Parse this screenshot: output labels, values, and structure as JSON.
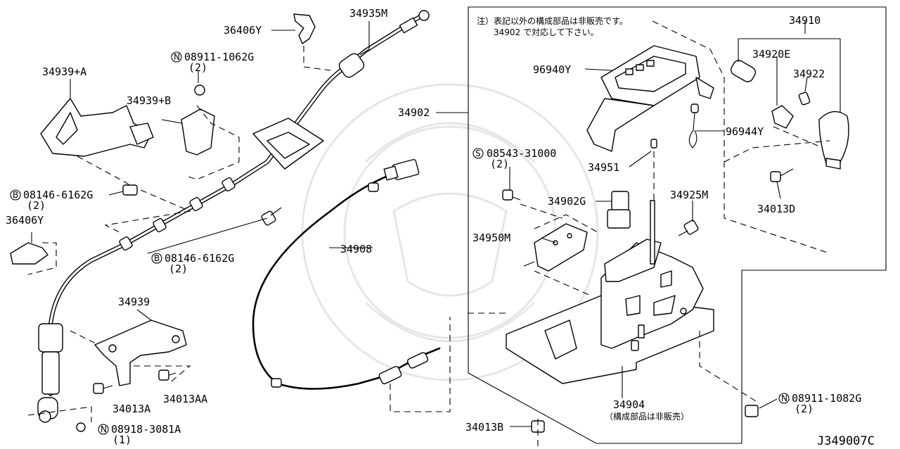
{
  "diagram_id": "J349007C",
  "note_line1": "注）表記以外の構成部品は非販売です。",
  "note_line2": "34902 で対応して下さい。",
  "parts": {
    "p34935M": "34935M",
    "p36406Y_top": "36406Y",
    "p08911_1062G": "08911-1062G",
    "p08911_1062G_qty": "(2)",
    "p34939A": "34939+A",
    "p34939B": "34939+B",
    "p08146_6162G_a": "08146-6162G",
    "p08146_6162G_a_qty": "(2)",
    "p36406Y_left": "36406Y",
    "p08146_6162G_b": "08146-6162G",
    "p08146_6162G_b_qty": "(2)",
    "p34939": "34939",
    "p34013A": "34013A",
    "p34013AA": "34013AA",
    "p08918_3081A": "08918-3081A",
    "p08918_3081A_qty": "(1)",
    "p34902": "34902",
    "p34908": "34908",
    "p08543_31000": "08543-31000",
    "p08543_31000_qty": "(2)",
    "p34902G": "34902G",
    "p34950M": "34950M",
    "p96940Y": "96940Y",
    "p34951": "34951",
    "p96944Y": "96944Y",
    "p34910": "34910",
    "p34920E": "34920E",
    "p34922": "34922",
    "p34925M": "34925M",
    "p34013D": "34013D",
    "p34904": "34904",
    "p34904_note": "（構成部品は非販売）",
    "p34013B": "34013B",
    "p08911_1082G": "08911-1082G",
    "p08911_1082G_qty": "(2)"
  },
  "markers": {
    "nut": "N",
    "bolt": "B",
    "screw": "S"
  }
}
